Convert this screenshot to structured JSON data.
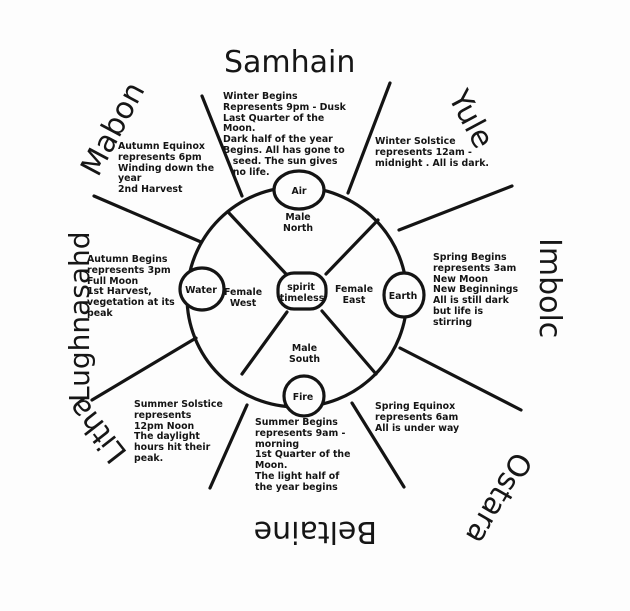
{
  "diagram": {
    "title": "Wheel of the Year",
    "sabbats": [
      {
        "id": "samhain",
        "name": "Samhain",
        "note": "Winter Begins\nRepresents 9pm - Dusk\nLast Quarter of the\nMoon.\nDark half of the year\nBegins. All has gone to\n   seed. The sun gives\n   no life."
      },
      {
        "id": "yule",
        "name": "Yule",
        "note": "Winter Solstice\nrepresents 12am -\nmidnight . All is dark."
      },
      {
        "id": "imbolc",
        "name": "Imbolc",
        "note": "Spring Begins\nrepresents 3am\nNew Moon\nNew Beginnings\nAll is still dark\nbut life is\nstirring"
      },
      {
        "id": "ostara",
        "name": "Ostara",
        "note": "Spring Equinox\nrepresents 6am\nAll is under way"
      },
      {
        "id": "beltaine",
        "name": "Beltaine",
        "note": "Summer Begins\nrepresents 9am -\nmorning\n1st Quarter of the\nMoon.\nThe light half of\nthe year begins"
      },
      {
        "id": "litha",
        "name": "Litha",
        "note": "Summer Solstice\nrepresents\n12pm Noon\nThe daylight\nhours hit their\npeak."
      },
      {
        "id": "lughnasadh",
        "name": "Lughnasahd",
        "note": "Autumn Begins\nrepresents 3pm\nFull Moon\n1st Harvest,\nvegetation at its\npeak"
      },
      {
        "id": "mabon",
        "name": "Mabon",
        "note": "Autumn Equinox\nrepresents 6pm\nWinding down the\nyear\n2nd Harvest"
      }
    ],
    "elements": {
      "north": {
        "element": "Air",
        "label": "Male\nNorth"
      },
      "east": {
        "element": "Earth",
        "label": "Female\nEast"
      },
      "south": {
        "element": "Fire",
        "label": "Male\nSouth"
      },
      "west": {
        "element": "Water",
        "label": "Female\nWest"
      },
      "center": {
        "line1": "spirit",
        "line2": "timeless"
      }
    },
    "colors": {
      "ink": "#141414",
      "paper": "#fdfdfd"
    }
  }
}
